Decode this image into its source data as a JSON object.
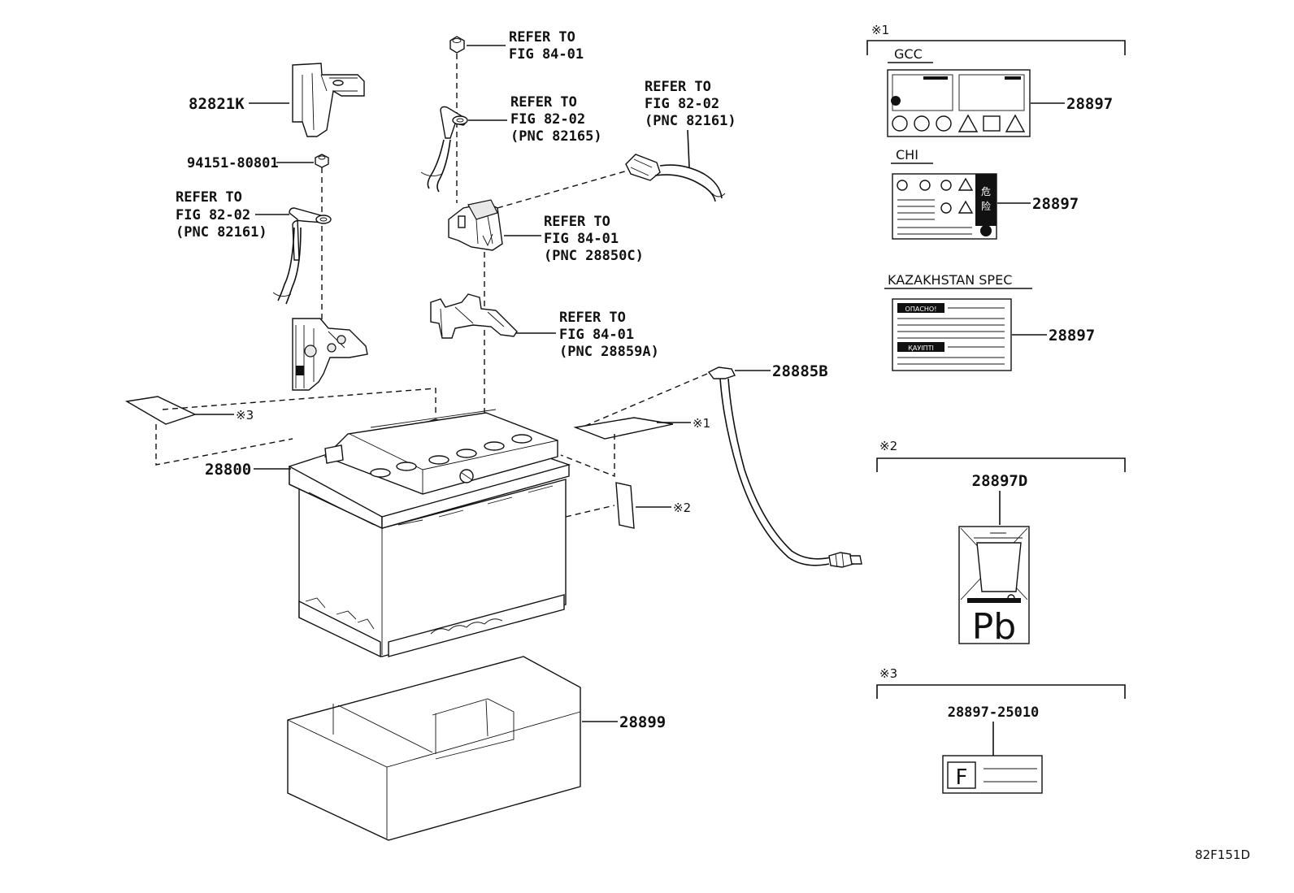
{
  "labels": {
    "bracket_clamp": "82821K",
    "nut": "94151-80801",
    "battery": "28800",
    "battery_cover": "28899",
    "vent_hose": "28885B",
    "ref_top_nut": [
      "REFER TO",
      "FIG 84-01"
    ],
    "ref_neg_cable": [
      "REFER TO",
      "FIG 82-02",
      "(PNC 82165)"
    ],
    "ref_sensor_cable": [
      "REFER TO",
      "FIG 82-02",
      "(PNC 82161)"
    ],
    "ref_pos_cable": [
      "REFER TO",
      "FIG 82-02",
      "(PNC 82161)"
    ],
    "ref_sensor": [
      "REFER TO",
      "FIG 84-01",
      "(PNC 28850C)"
    ],
    "ref_bracket": [
      "REFER TO",
      "FIG 84-01",
      "(PNC 28859A)"
    ],
    "note3_callout": "※3",
    "note1_callout": "※1",
    "note2_callout": "※2"
  },
  "notes": {
    "note1": {
      "mark": "※1",
      "sections": [
        {
          "title": "GCC",
          "part": "28897"
        },
        {
          "title": "CHI",
          "part": "28897",
          "label_text": "危\n险"
        },
        {
          "title": "KAZAKHSTAN SPEC",
          "part": "28897",
          "label_text": [
            "ОПАСНО!",
            "ҚАУІПТІ"
          ]
        }
      ]
    },
    "note2": {
      "mark": "※2",
      "part": "28897D",
      "label_text": "Pb"
    },
    "note3": {
      "mark": "※3",
      "part": "28897-25010",
      "label_text": "F"
    }
  },
  "figure_code": "82F151D",
  "icons": [
    "battery-terminal-clamp-icon",
    "nut-icon",
    "cable-icon",
    "sensor-icon",
    "bracket-icon",
    "vent-hose-icon",
    "battery-icon",
    "battery-cover-icon",
    "sticker-icon",
    "recycle-bin-icon"
  ]
}
